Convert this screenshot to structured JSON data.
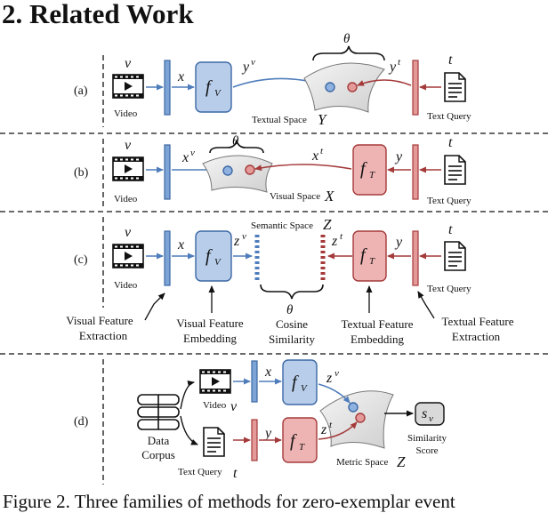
{
  "heading": "2. Related Work",
  "caption": "Figure 2. Three families of methods for zero-exemplar event",
  "colors": {
    "blue": "#4f7dbb",
    "blue_fill": "#b7cdea",
    "red": "#a53a3a",
    "red_fill": "#eeb3b3"
  },
  "rows": {
    "a": {
      "label": "(a)",
      "video": "Video",
      "var_v": "v",
      "var_x": "x",
      "f_v": "f",
      "f_v_sub": "V",
      "y_v": "y",
      "y_v_sup": "v",
      "theta": "θ",
      "space": "Textual Space",
      "space_sym": "Y",
      "y_t": "y",
      "y_t_sup": "t",
      "var_t": "t",
      "text_query": "Text Query"
    },
    "b": {
      "label": "(b)",
      "video": "Video",
      "var_v": "v",
      "x_v": "x",
      "x_v_sup": "v",
      "theta": "θ",
      "space": "Visual Space",
      "space_sym": "X",
      "x_t": "x",
      "x_t_sup": "t",
      "f_t": "f",
      "f_t_sub": "T",
      "var_y": "y",
      "var_t": "t",
      "text_query": "Text Query"
    },
    "c": {
      "label": "(c)",
      "video": "Video",
      "var_v": "v",
      "var_x": "x",
      "f_v": "f",
      "f_v_sub": "V",
      "z_v": "z",
      "z_v_sup": "v",
      "space": "Semantic Space",
      "space_sym": "Z",
      "z_t": "z",
      "z_t_sup": "t",
      "f_t": "f",
      "f_t_sub": "T",
      "var_y": "y",
      "var_t": "t",
      "text_query": "Text Query",
      "theta": "θ"
    },
    "annotations": [
      [
        "Visual Feature",
        "Extraction"
      ],
      [
        "Visual Feature",
        "Embedding"
      ],
      [
        "Cosine",
        "Similarity"
      ],
      [
        "Textual Feature",
        "Embedding"
      ],
      [
        "Textual Feature",
        "Extraction"
      ]
    ],
    "d": {
      "label": "(d)",
      "corpus": [
        "Data",
        "Corpus"
      ],
      "video": "Video",
      "var_v": "v",
      "var_x": "x",
      "f_v": "f",
      "f_v_sub": "V",
      "z_v": "z",
      "z_v_sup": "v",
      "text_query": "Text Query",
      "var_t": "t",
      "var_y": "y",
      "f_t": "f",
      "f_t_sub": "T",
      "z_t": "z",
      "z_t_sup": "t",
      "space": "Metric Space",
      "space_sym": "Z",
      "s_v": "s",
      "s_v_sub": "v",
      "score": [
        "Similarity",
        "Score"
      ]
    }
  }
}
